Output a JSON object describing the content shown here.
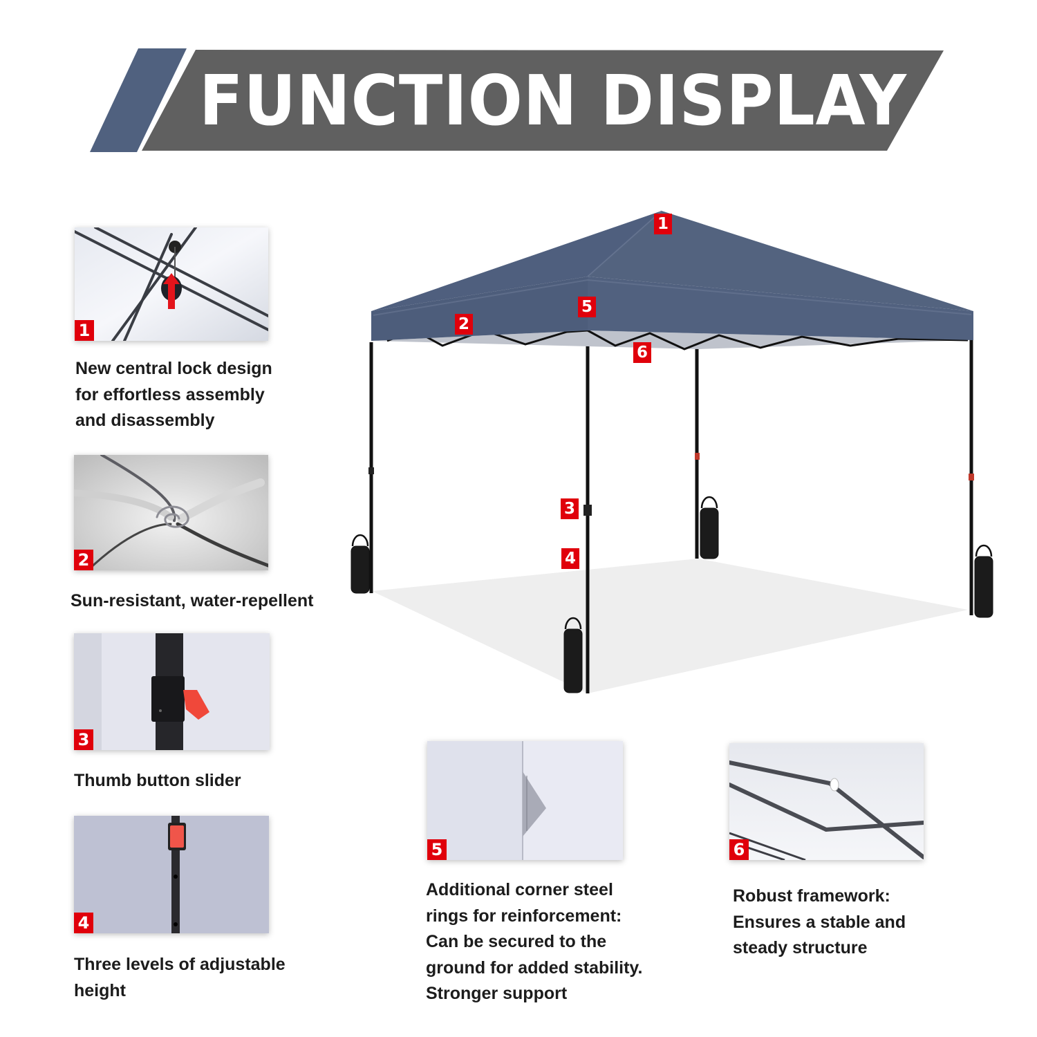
{
  "header": {
    "title": "FUNCTION DISPLAY",
    "colors": {
      "banner_gray": "#606060",
      "accent_stripe": "#50617f"
    }
  },
  "canopy": {
    "color": "#4f5f7e",
    "markers": [
      {
        "label": "1",
        "target": "central lock"
      },
      {
        "label": "2",
        "target": "canopy fabric"
      },
      {
        "label": "3",
        "target": "thumb button slider"
      },
      {
        "label": "4",
        "target": "adjustable leg"
      },
      {
        "label": "5",
        "target": "corner steel ring"
      },
      {
        "label": "6",
        "target": "framework"
      }
    ]
  },
  "features": [
    {
      "number": "1",
      "image": "central-lock-photo",
      "lines": [
        "New central lock design",
        "for effortless assembly",
        "and disassembly"
      ]
    },
    {
      "number": "2",
      "image": "fabric-swirl-photo",
      "lines": [
        "Sun-resistant, water-repellent"
      ]
    },
    {
      "number": "3",
      "image": "thumb-slider-photo",
      "lines": [
        "Thumb button slider"
      ]
    },
    {
      "number": "4",
      "image": "adjustable-leg-photo",
      "lines": [
        "Three levels of adjustable",
        "height"
      ]
    },
    {
      "number": "5",
      "image": "corner-ring-photo",
      "lines": [
        "Additional corner steel",
        "rings for reinforcement:",
        "Can be secured to the",
        "ground for added stability.",
        "Stronger support"
      ]
    },
    {
      "number": "6",
      "image": "framework-photo",
      "lines": [
        "Robust framework:",
        "Ensures a stable and",
        "steady structure"
      ]
    }
  ],
  "badge_color": "#e0000b"
}
